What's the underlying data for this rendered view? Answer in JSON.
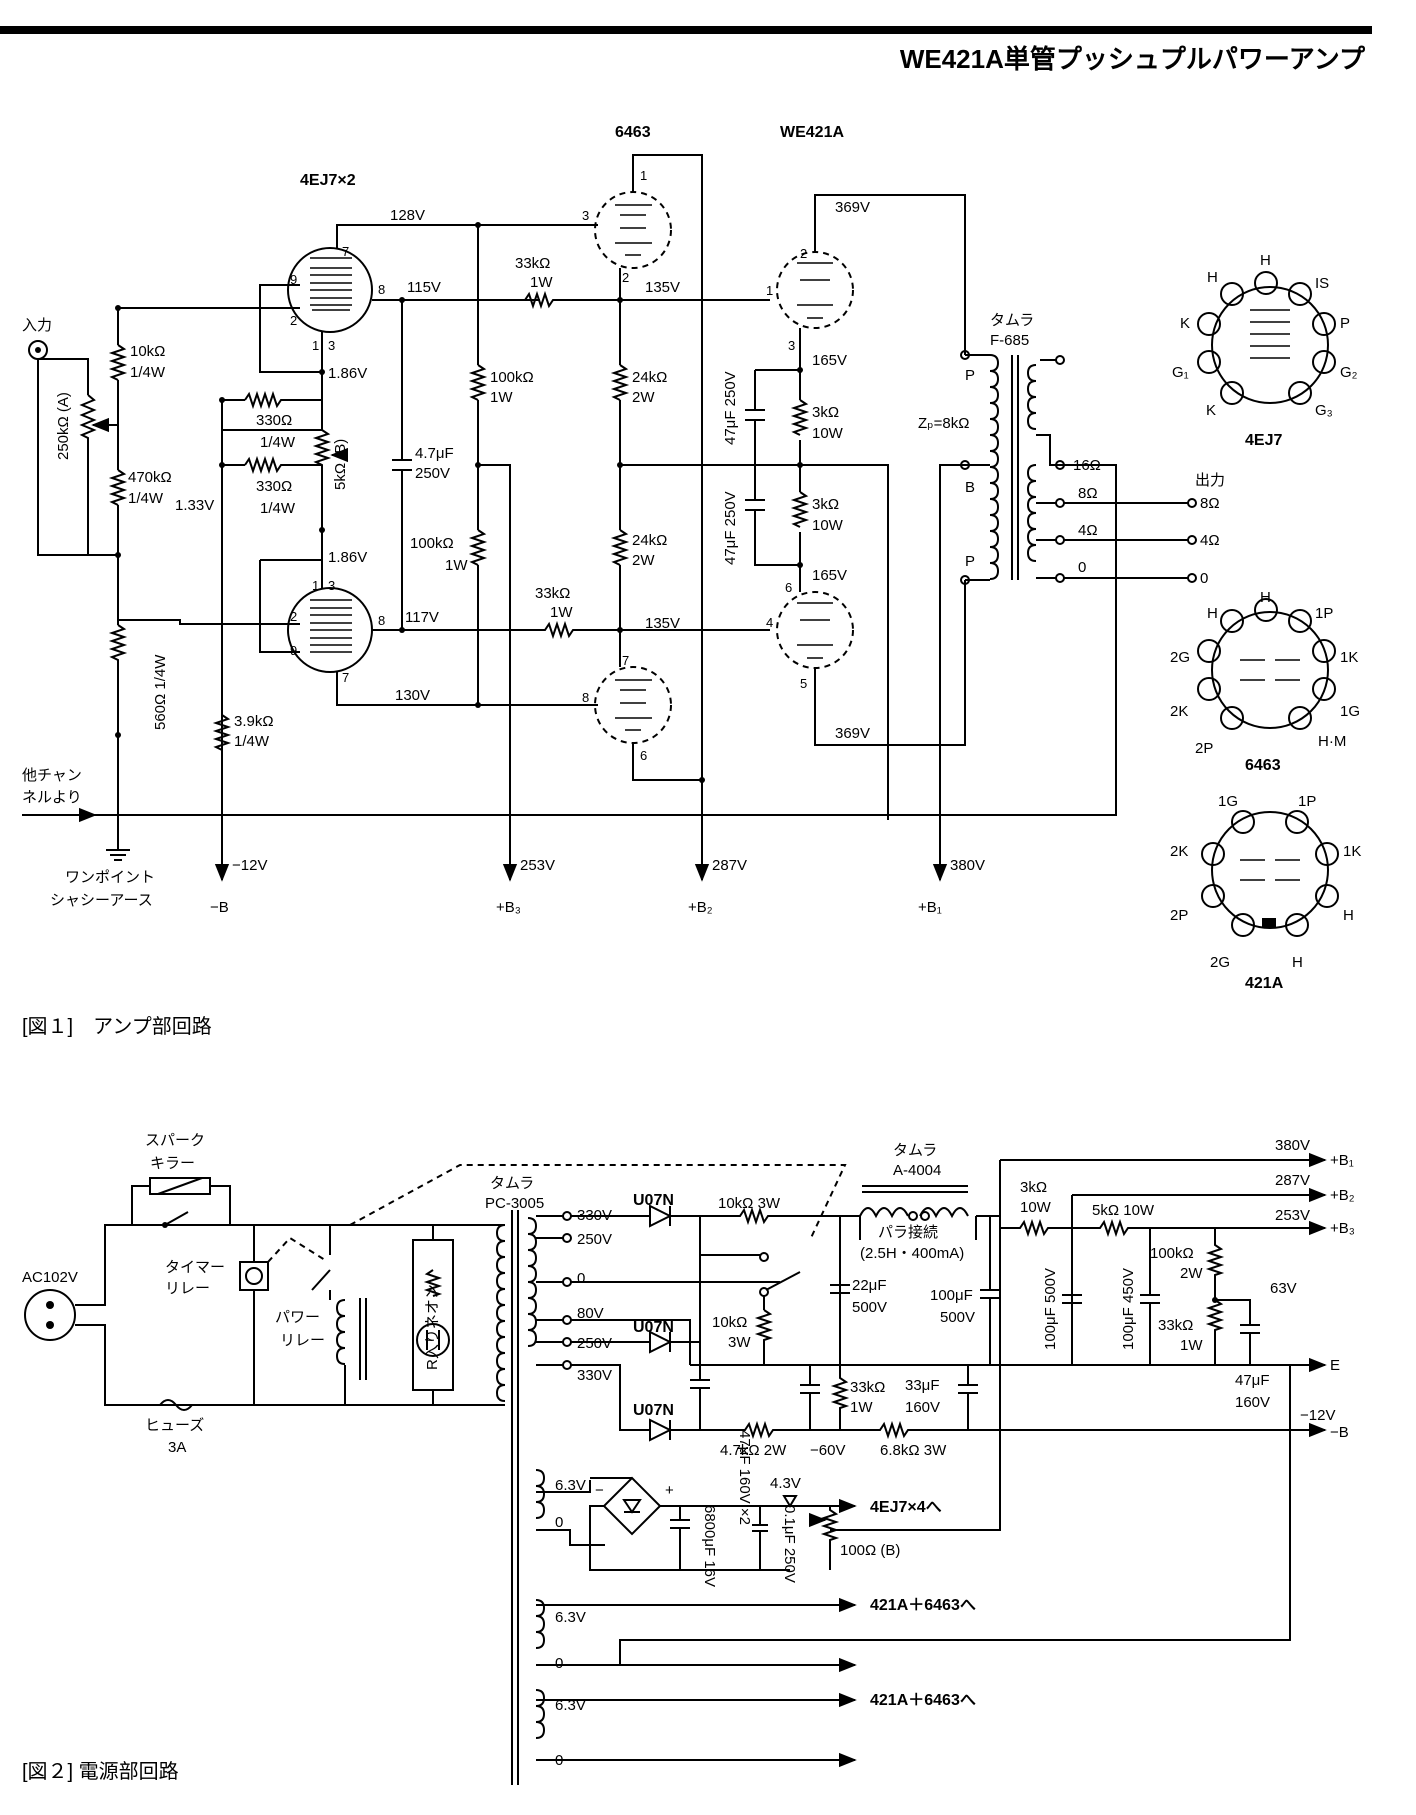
{
  "title": "WE421A単管プッシュプルパワーアンプ",
  "fig1": {
    "caption": "[図１]　アンプ部回路",
    "tubes": {
      "t1": "4EJ7×2",
      "t2": "6463",
      "t3": "WE421A"
    },
    "input": "入力",
    "vol": "250kΩ (A)",
    "other_ch": [
      "他チャン",
      "ネルより"
    ],
    "ground": [
      "ワンポイント",
      "シャシーアース"
    ],
    "resistors": {
      "r10k": [
        "10kΩ",
        "1/4W"
      ],
      "r470k": [
        "470kΩ",
        "1/4W"
      ],
      "v133": "1.33V",
      "r330a": [
        "330Ω",
        "1/4W"
      ],
      "r330b": [
        "330Ω",
        "1/4W"
      ],
      "r5k": "5kΩ (B)",
      "r560": "560Ω 1/4W",
      "r39k": [
        "3.9kΩ",
        "1/4W"
      ],
      "c47": [
        "4.7μF",
        "250V"
      ],
      "r100ka": [
        "100kΩ",
        "1W"
      ],
      "r100kb": [
        "100kΩ",
        "1W"
      ],
      "r33ka": [
        "33kΩ",
        "1W"
      ],
      "r33kb": [
        "33kΩ",
        "1W"
      ],
      "r24ka": [
        "24kΩ",
        "2W"
      ],
      "r24kb": [
        "24kΩ",
        "2W"
      ],
      "c47a": "47μF 250V",
      "c47b": "47μF 250V",
      "r3ka": [
        "3kΩ",
        "10W"
      ],
      "r3kb": [
        "3kΩ",
        "10W"
      ]
    },
    "volts": {
      "v128": "128V",
      "v115": "115V",
      "v186a": "1.86V",
      "v186b": "1.86V",
      "v117": "117V",
      "v130": "130V",
      "v135a": "135V",
      "v135b": "135V",
      "v369a": "369V",
      "v369b": "369V",
      "v165a": "165V",
      "v165b": "165V"
    },
    "supplies": {
      "mb": "−B",
      "mb_v": "−12V",
      "b3": "+B₃",
      "b3_v": "253V",
      "b2": "+B₂",
      "b2_v": "287V",
      "b1": "+B₁",
      "b1_v": "380V"
    },
    "transformer": {
      "maker": "タムラ",
      "model": "F-685",
      "zp": "Zₚ=8kΩ",
      "p": "P",
      "b": "B",
      "t16": "16Ω",
      "t8": "8Ω",
      "t4": "4Ω",
      "t0": "0"
    },
    "output": {
      "label": "出力",
      "o8": "8Ω",
      "o4": "4Ω",
      "o0": "0"
    },
    "pinouts": [
      {
        "name": "4EJ7",
        "pins": [
          "H",
          "H",
          "IS",
          "K",
          "P",
          "G₁",
          "G₂",
          "K",
          "G₃"
        ]
      },
      {
        "name": "6463",
        "pins": [
          "H",
          "H",
          "1P",
          "2G",
          "1K",
          "2K",
          "1G",
          "2P",
          "H·M"
        ]
      },
      {
        "name": "421A",
        "pins": [
          "1G",
          "1P",
          "2K",
          "1K",
          "2P",
          "H",
          "2G",
          "H"
        ]
      }
    ]
  },
  "fig2": {
    "caption": "[図２] 電源部回路",
    "ac": "AC102V",
    "spark": [
      "スパーク",
      "キラー"
    ],
    "timer": [
      "タイマー",
      "リレー"
    ],
    "power_relay": [
      "パワー",
      "リレー"
    ],
    "fuse": [
      "ヒューズ",
      "3A"
    ],
    "neon": "R入りネオン",
    "pt": {
      "maker": "タムラ",
      "model": "PC-3005"
    },
    "taps": {
      "t330a": "330V",
      "t250a": "250V",
      "t0": "0",
      "t80": "80V",
      "t250b": "250V",
      "t330b": "330V"
    },
    "diode": "U07N",
    "choke": {
      "maker": "タムラ",
      "model": "A-4004",
      "note1": "パラ接続",
      "note2": "(2.5H・400mA)"
    },
    "parts": {
      "r10k3w": "10kΩ 3W",
      "r10k3w2": [
        "10kΩ",
        "3W"
      ],
      "c22": [
        "22μF",
        "500V"
      ],
      "c100a": [
        "100μF",
        "500V"
      ],
      "r3k10w": [
        "3kΩ",
        "10W"
      ],
      "c100b": "100μF 500V",
      "r5k10w": "5kΩ 10W",
      "c100c": "100μF 450V",
      "r100k2w": [
        "100kΩ",
        "2W"
      ],
      "r33k1w": [
        "33kΩ",
        "1W"
      ],
      "c47160": [
        "47μF",
        "160V"
      ],
      "v63": "63V",
      "c47x2": "47μF 160V ×2",
      "r33k1wb": [
        "33kΩ",
        "1W"
      ],
      "c33": [
        "33μF",
        "160V"
      ],
      "r47k": "4.7kΩ 2W",
      "v60": "−60V",
      "r68k": "6.8kΩ 3W",
      "c6800": "6800μF 16V",
      "c01": "0.1μF 250V",
      "r100b": "100Ω (B)",
      "v43": "4.3V"
    },
    "outs": {
      "b1v": "380V",
      "b1": "+B₁",
      "b2v": "287V",
      "b2": "+B₂",
      "b3v": "253V",
      "b3": "+B₃",
      "e": "E",
      "mbv": "−12V",
      "mb": "−B"
    },
    "heaters": {
      "h63a": "6.3V",
      "h0a": "0",
      "to4ej7": "4EJ7×4へ",
      "h63b": "6.3V",
      "h0b": "0",
      "to421a": "421A＋6463へ",
      "h63c": "6.3V",
      "h0c": "0",
      "to421b": "421A＋6463へ"
    }
  }
}
